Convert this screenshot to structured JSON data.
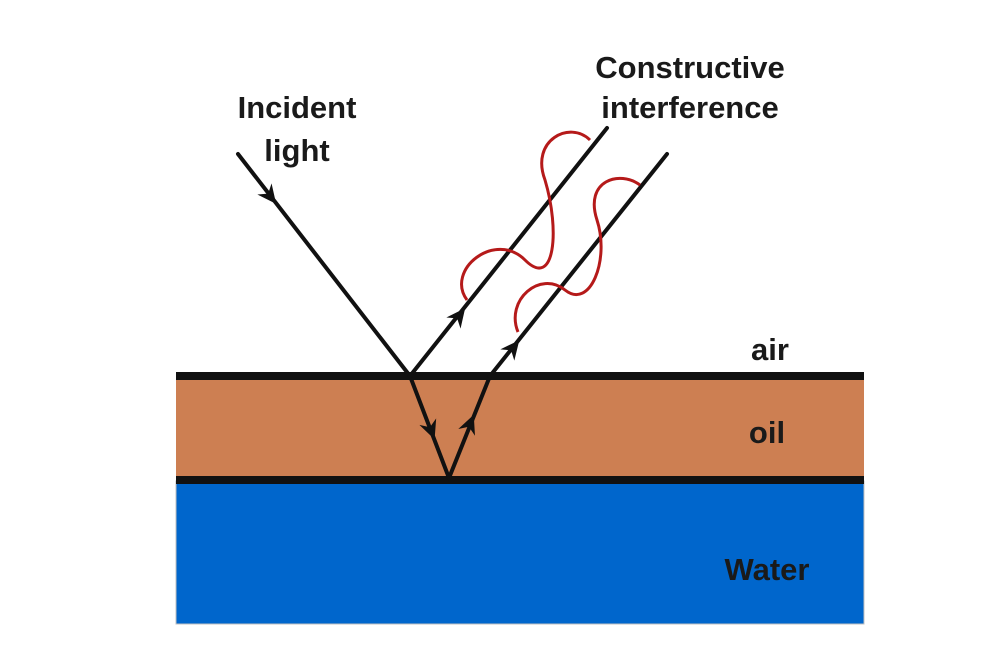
{
  "labels": {
    "incident_line1": "Incident",
    "incident_line2": "light",
    "constructive_line1": "Constructive",
    "constructive_line2": "interference",
    "air": "air",
    "oil": "oil",
    "water": "Water"
  },
  "colors": {
    "oil": "#cd7f52",
    "water": "#0066cc",
    "boundary": "#111111",
    "ray": "#111111",
    "wave": "#b51a1a"
  }
}
